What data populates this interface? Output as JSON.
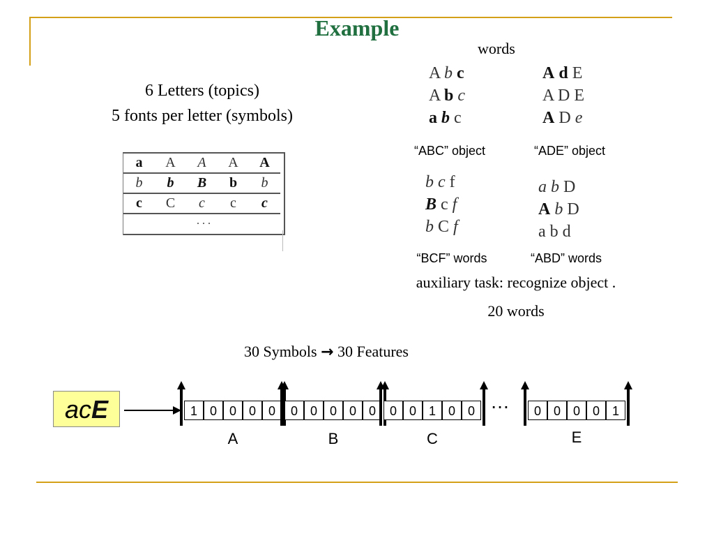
{
  "title": "Example",
  "left": {
    "line1": "6 Letters (topics)",
    "line2": "5 fonts per letter (symbols)",
    "table": [
      [
        {
          "t": "a",
          "s": "b"
        },
        {
          "t": "A",
          "s": ""
        },
        {
          "t": "A",
          "s": "i"
        },
        {
          "t": "A",
          "s": ""
        },
        {
          "t": "A",
          "s": "b"
        }
      ],
      [
        {
          "t": "b",
          "s": "i"
        },
        {
          "t": "b",
          "s": "bi"
        },
        {
          "t": "B",
          "s": "bi"
        },
        {
          "t": "b",
          "s": "b"
        },
        {
          "t": "b",
          "s": "i"
        }
      ],
      [
        {
          "t": "c",
          "s": "b"
        },
        {
          "t": "C",
          "s": ""
        },
        {
          "t": "c",
          "s": "i"
        },
        {
          "t": "c",
          "s": ""
        },
        {
          "t": "c",
          "s": "bi"
        }
      ]
    ],
    "table_ellipsis": ". . ."
  },
  "words_label": "words",
  "objects": [
    {
      "rows": [
        [
          {
            "t": "A",
            "s": ""
          },
          {
            "t": "b",
            "s": "i"
          },
          {
            "t": "c",
            "s": "b"
          }
        ],
        [
          {
            "t": "A",
            "s": ""
          },
          {
            "t": "b",
            "s": "b"
          },
          {
            "t": "c",
            "s": "i"
          }
        ],
        [
          {
            "t": "a",
            "s": "b"
          },
          {
            "t": "b",
            "s": "bi"
          },
          {
            "t": "c",
            "s": ""
          }
        ]
      ],
      "caption": "“ABC” object"
    },
    {
      "rows": [
        [
          {
            "t": "A",
            "s": "b"
          },
          {
            "t": "d",
            "s": "b"
          },
          {
            "t": "E",
            "s": ""
          }
        ],
        [
          {
            "t": "A",
            "s": ""
          },
          {
            "t": "D",
            "s": ""
          },
          {
            "t": "E",
            "s": ""
          }
        ],
        [
          {
            "t": "A",
            "s": "b"
          },
          {
            "t": "D",
            "s": ""
          },
          {
            "t": "e",
            "s": "i"
          }
        ]
      ],
      "caption": "“ADE” object"
    },
    {
      "rows": [
        [
          {
            "t": "b",
            "s": "i"
          },
          {
            "t": "c",
            "s": "i"
          },
          {
            "t": "f",
            "s": ""
          }
        ],
        [
          {
            "t": "B",
            "s": "bi"
          },
          {
            "t": "c",
            "s": ""
          },
          {
            "t": "f",
            "s": "i"
          }
        ],
        [
          {
            "t": "b",
            "s": "i"
          },
          {
            "t": "C",
            "s": ""
          },
          {
            "t": "f",
            "s": "i"
          }
        ]
      ],
      "caption": "“BCF” words"
    },
    {
      "rows": [
        [
          {
            "t": "a",
            "s": "i"
          },
          {
            "t": "b",
            "s": "i"
          },
          {
            "t": "D",
            "s": ""
          }
        ],
        [
          {
            "t": "A",
            "s": "b"
          },
          {
            "t": "b",
            "s": "i"
          },
          {
            "t": "D",
            "s": ""
          }
        ],
        [
          {
            "t": "a",
            "s": ""
          },
          {
            "t": "b",
            "s": ""
          },
          {
            "t": "d",
            "s": ""
          }
        ]
      ],
      "caption": "“ABD” words"
    }
  ],
  "aux_task": "auxiliary task: recognize object .",
  "word_count": "20 words",
  "mapping": {
    "left": "30 Symbols",
    "arrow": "→",
    "right": "30 Features"
  },
  "input_word": {
    "parts": [
      {
        "t": "ac",
        "s": "i"
      },
      {
        "t": "E",
        "s": "bi"
      }
    ],
    "bg": "#ffff99"
  },
  "feature_groups": [
    {
      "label": "A",
      "bits": [
        "1",
        "0",
        "0",
        "0",
        "0"
      ]
    },
    {
      "label": "B",
      "bits": [
        "0",
        "0",
        "0",
        "0",
        "0"
      ]
    },
    {
      "label": "C",
      "bits": [
        "0",
        "0",
        "1",
        "0",
        "0"
      ]
    },
    {
      "label": "E",
      "bits": [
        "0",
        "0",
        "0",
        "0",
        "1"
      ]
    }
  ],
  "ellipsis": "…",
  "colors": {
    "title": "#1f6f3f",
    "rule": "#d4a017"
  }
}
